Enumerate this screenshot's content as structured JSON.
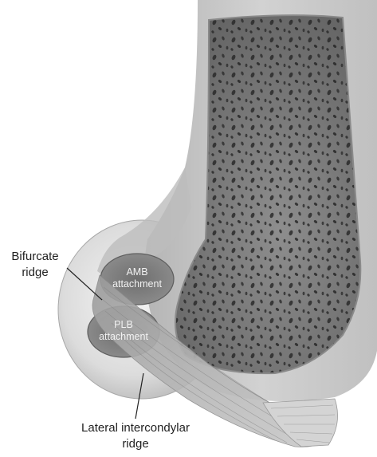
{
  "labels": {
    "bifurcate_ridge_line1": "Bifurcate",
    "bifurcate_ridge_line2": "ridge",
    "amb_line1": "AMB",
    "amb_line2": "attachment",
    "plb_line1": "PLB",
    "plb_line2": "attachment",
    "lateral_ridge_line1": "Lateral intercondylar",
    "lateral_ridge_line2": "ridge"
  }
}
